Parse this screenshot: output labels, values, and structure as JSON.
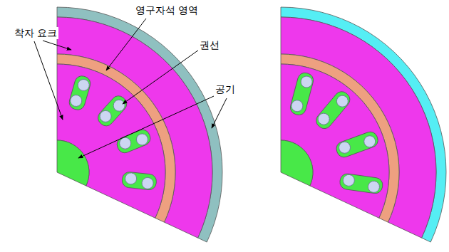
{
  "diagram": {
    "labels": [
      "착자 요크",
      "영구자석 영역",
      "권선",
      "공기"
    ]
  }
}
